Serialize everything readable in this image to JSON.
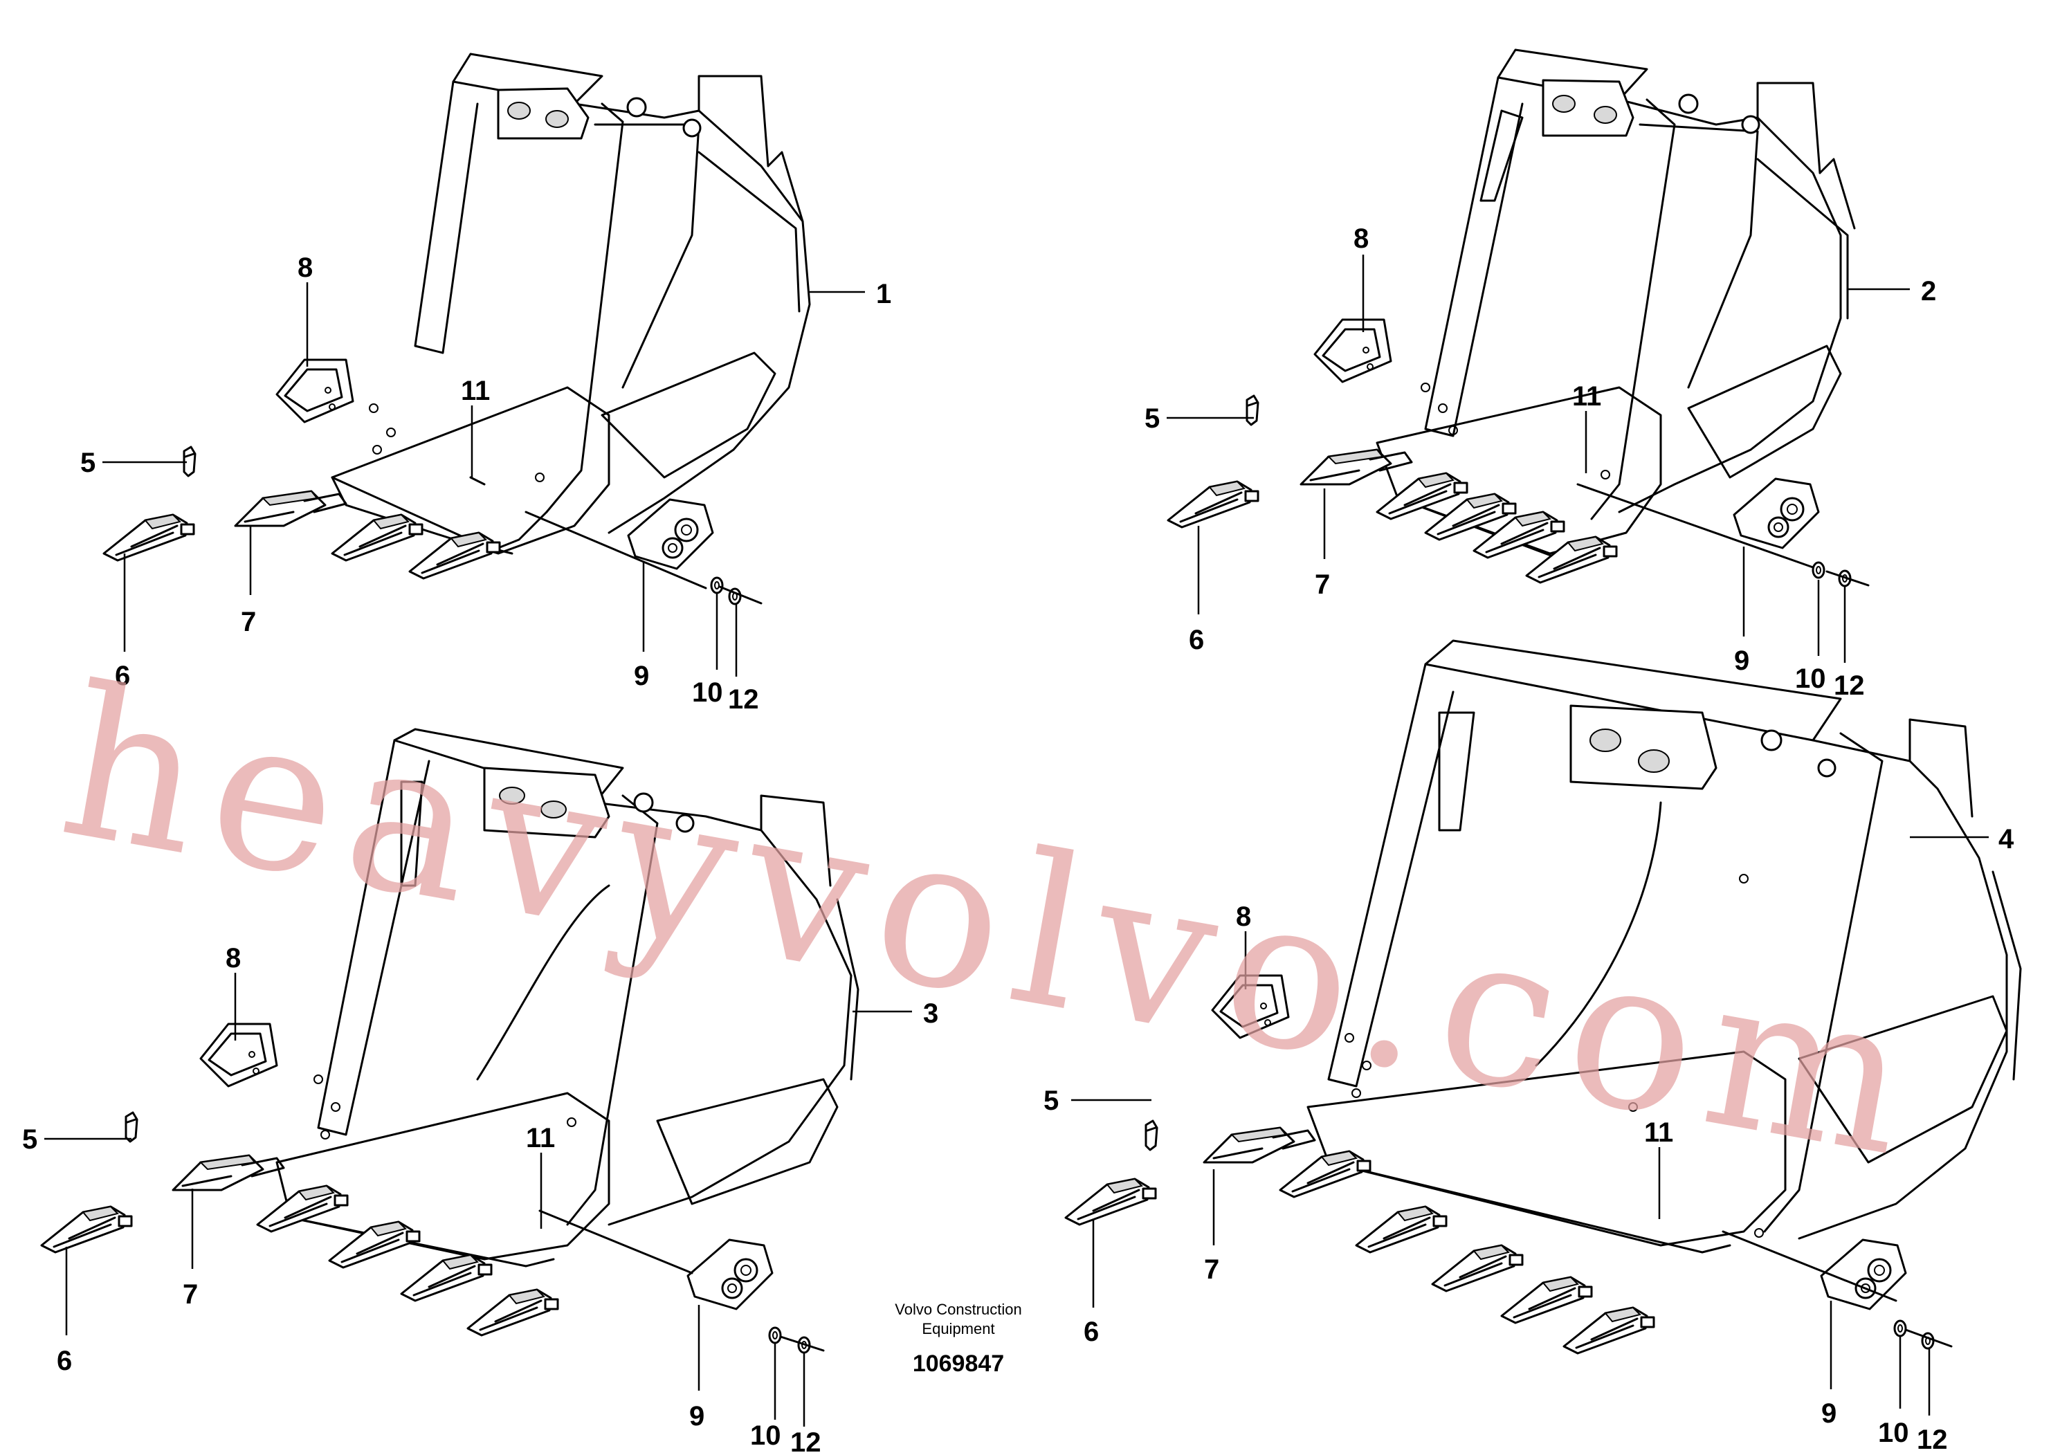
{
  "watermark": "heavyvolvo.com",
  "caption": {
    "line1": "Volvo Construction",
    "line2": "Equipment"
  },
  "doc_number": "1069847",
  "callouts": {
    "b1": {
      "n1": "1",
      "n5": "5",
      "n6": "6",
      "n7": "7",
      "n8": "8",
      "n9": "9",
      "n10": "10",
      "n11": "11",
      "n12": "12"
    },
    "b2": {
      "n2": "2",
      "n5": "5",
      "n6": "6",
      "n7": "7",
      "n8": "8",
      "n9": "9",
      "n10": "10",
      "n11": "11",
      "n12": "12"
    },
    "b3": {
      "n3": "3",
      "n5": "5",
      "n6": "6",
      "n7": "7",
      "n8": "8",
      "n9": "9",
      "n10": "10",
      "n11": "11",
      "n12": "12"
    },
    "b4": {
      "n4": "4",
      "n5": "5",
      "n6": "6",
      "n7": "7",
      "n8": "8",
      "n9": "9",
      "n10": "10",
      "n11": "11",
      "n12": "12"
    }
  }
}
